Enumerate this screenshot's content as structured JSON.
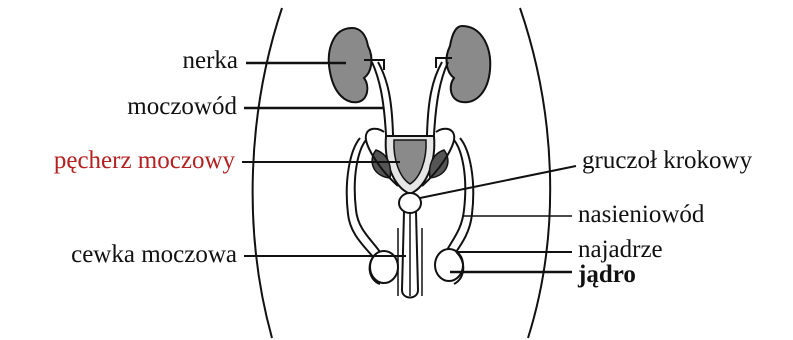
{
  "labels": {
    "nerka": "nerka",
    "moczowod": "moczowód",
    "pecherz_moczowy": "pęcherz moczowy",
    "cewka_moczowa": "cewka moczowa",
    "gruczol_krokowy": "gruczoł krokowy",
    "nasieniowod": "nasieniowód",
    "najadrze": "najadrze",
    "jadro": "jądro"
  },
  "colors": {
    "ink": "#111111",
    "organ_fill": "#8a8a8a",
    "accent_label": "#b52020"
  }
}
